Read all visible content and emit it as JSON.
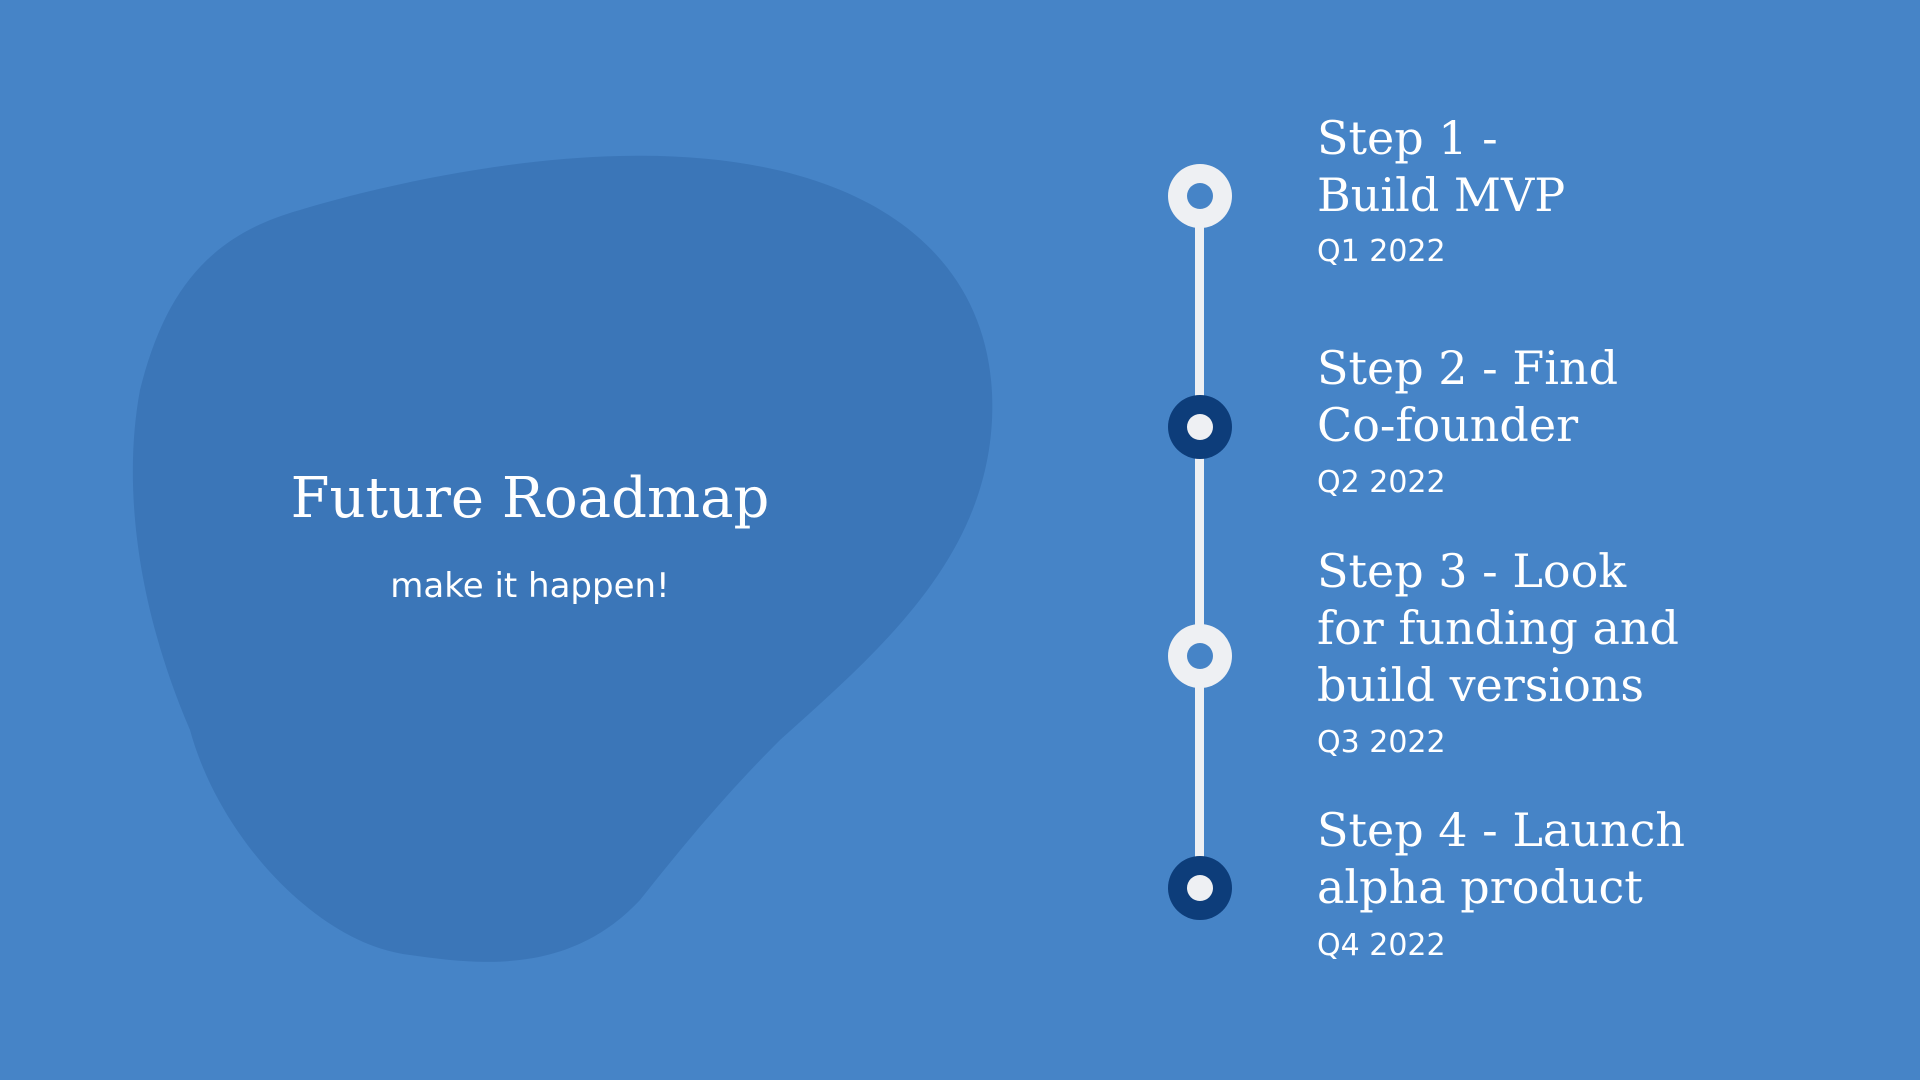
{
  "colors": {
    "background": "#4684c7",
    "blob": "#3b76b8",
    "timeline": "#eef0f3",
    "node_dark": "#0d3d7a",
    "text": "#ffffff"
  },
  "heading": {
    "title": "Future Roadmap",
    "subtitle": "make it happen!"
  },
  "steps": [
    {
      "title": "Step 1 -\nBuild MVP",
      "date": "Q1 2022",
      "marker": "light"
    },
    {
      "title": "Step 2 - Find\nCo-founder",
      "date": "Q2 2022",
      "marker": "dark"
    },
    {
      "title": "Step 3 - Look\nfor funding and\nbuild versions",
      "date": "Q3 2022",
      "marker": "light"
    },
    {
      "title": "Step 4 - Launch\nalpha product",
      "date": "Q4 2022",
      "marker": "dark"
    }
  ]
}
